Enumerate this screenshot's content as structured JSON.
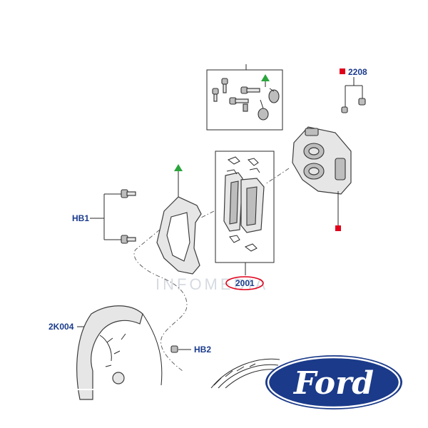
{
  "callouts": {
    "hb1": "HB1",
    "hb2": "HB2",
    "p2208": "2208",
    "p2001": "2001",
    "p2k004": "2K004"
  },
  "watermark": "INFOMEDIA",
  "logo": {
    "text": "Ford",
    "color": "#1b3a8a"
  },
  "colors": {
    "callout_text": "#1a3b8c",
    "red_marker": "#e0001b",
    "green_marker": "#2ba53d",
    "highlight_ring": "#e0001b"
  }
}
